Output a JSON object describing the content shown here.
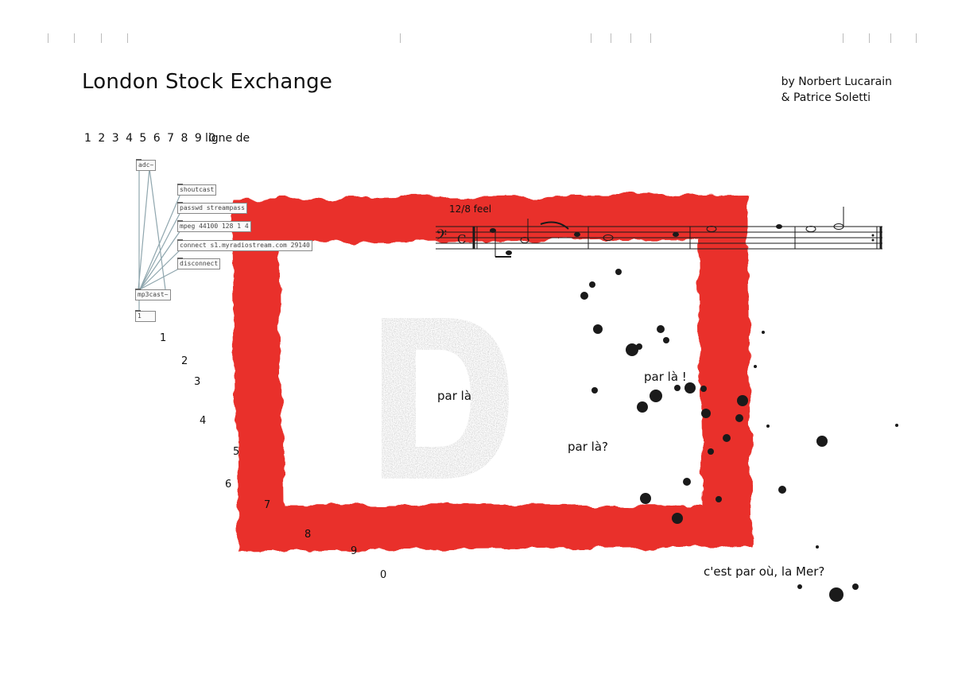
{
  "title": "London Stock Exchange",
  "authors": {
    "line1": "by Norbert Lucarain",
    "line2": "& Patrice Soletti"
  },
  "digits_row": "1 2 3 4 5 6 7 8 9 0",
  "ligne_label": "ligne de",
  "pd_patch": {
    "adc": "adc~",
    "shoutcast": "shoutcast",
    "passwd": "passwd streampass",
    "mpeg": "mpeg 44100 128 1 4",
    "connect": "connect s1.myradiostream.com 29140",
    "disconnect": "disconnect",
    "mp3cast": "mp3cast~",
    "number": "1"
  },
  "scattered_digits": [
    "1",
    "2",
    "3",
    "4",
    "5",
    "6",
    "7",
    "8",
    "9",
    "0"
  ],
  "score": {
    "feel": "12/8 feel",
    "clef": "bass-clef",
    "time": "C"
  },
  "big_letter": "D",
  "phrases": {
    "par_la": "par là",
    "par_la_excl": "par là !",
    "par_la_q": "par là?",
    "mer": "c'est par où, la Mer?"
  },
  "colors": {
    "red_frame": "#e8241f",
    "ink": "#1a1a1a",
    "stencil": "#c8c8c8"
  }
}
